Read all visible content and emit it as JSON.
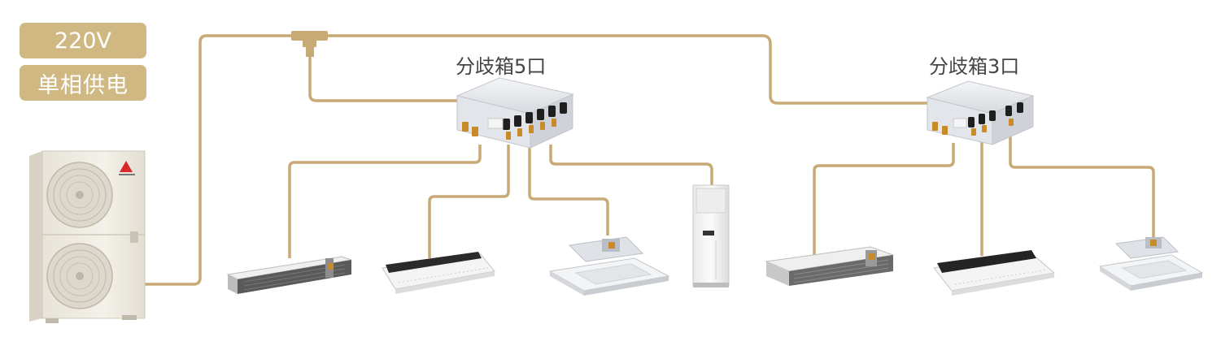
{
  "power": {
    "voltage": "220V",
    "phase": "单相供电"
  },
  "branch_boxes": [
    {
      "label": "分歧箱5口"
    },
    {
      "label": "分歧箱3口"
    }
  ],
  "colors": {
    "pipe": "#c8aa77",
    "badge": "#d0b883",
    "unit_body": "#f1eee6",
    "box_metal": "#e4e6ea",
    "indoor_dark": "#2b2b2b",
    "valve_brass": "#c98b2a"
  },
  "icons": {
    "outdoor_unit": "outdoor-condenser-icon",
    "branch_box": "branch-box-icon",
    "ducted_unit": "ducted-indoor-unit-icon",
    "one_way_cassette": "one-way-cassette-icon",
    "four_way_cassette": "four-way-cassette-icon",
    "floor_standing": "floor-standing-unit-icon",
    "tee_joint": "tee-joint-icon"
  }
}
